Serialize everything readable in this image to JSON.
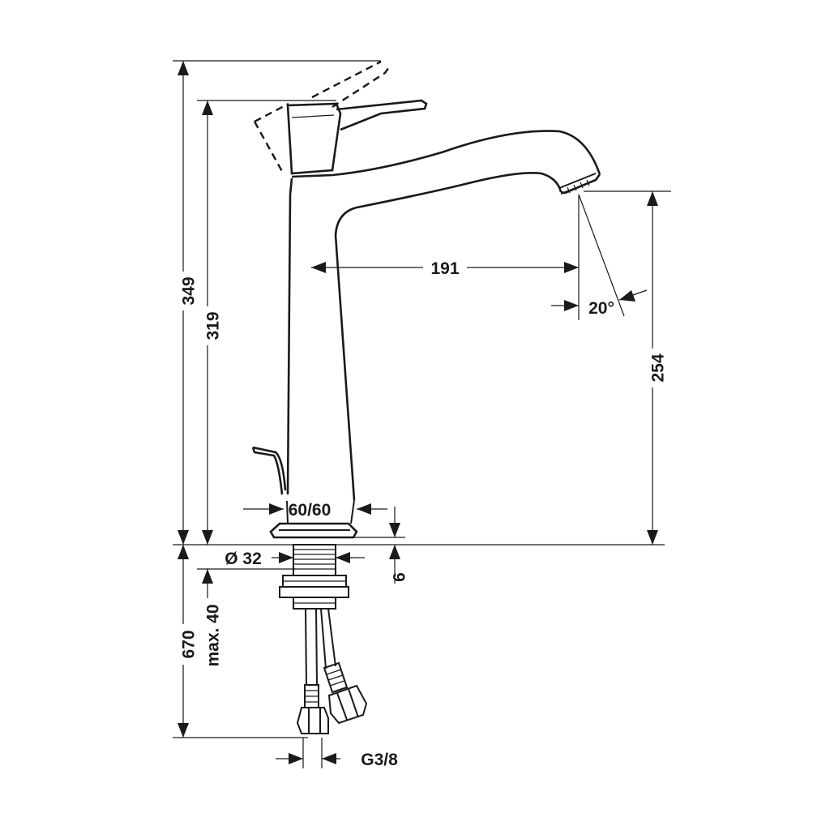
{
  "dimensions": {
    "total_height": "349",
    "lever_height": "319",
    "spout_reach": "191",
    "spray_angle": "20°",
    "spout_height": "254",
    "base_size": "60/60",
    "shank_diameter": "Ø 32",
    "base_thickness": "6",
    "hose_length": "670",
    "max_counter": "max. 40",
    "connection_thread": "G3/8"
  }
}
